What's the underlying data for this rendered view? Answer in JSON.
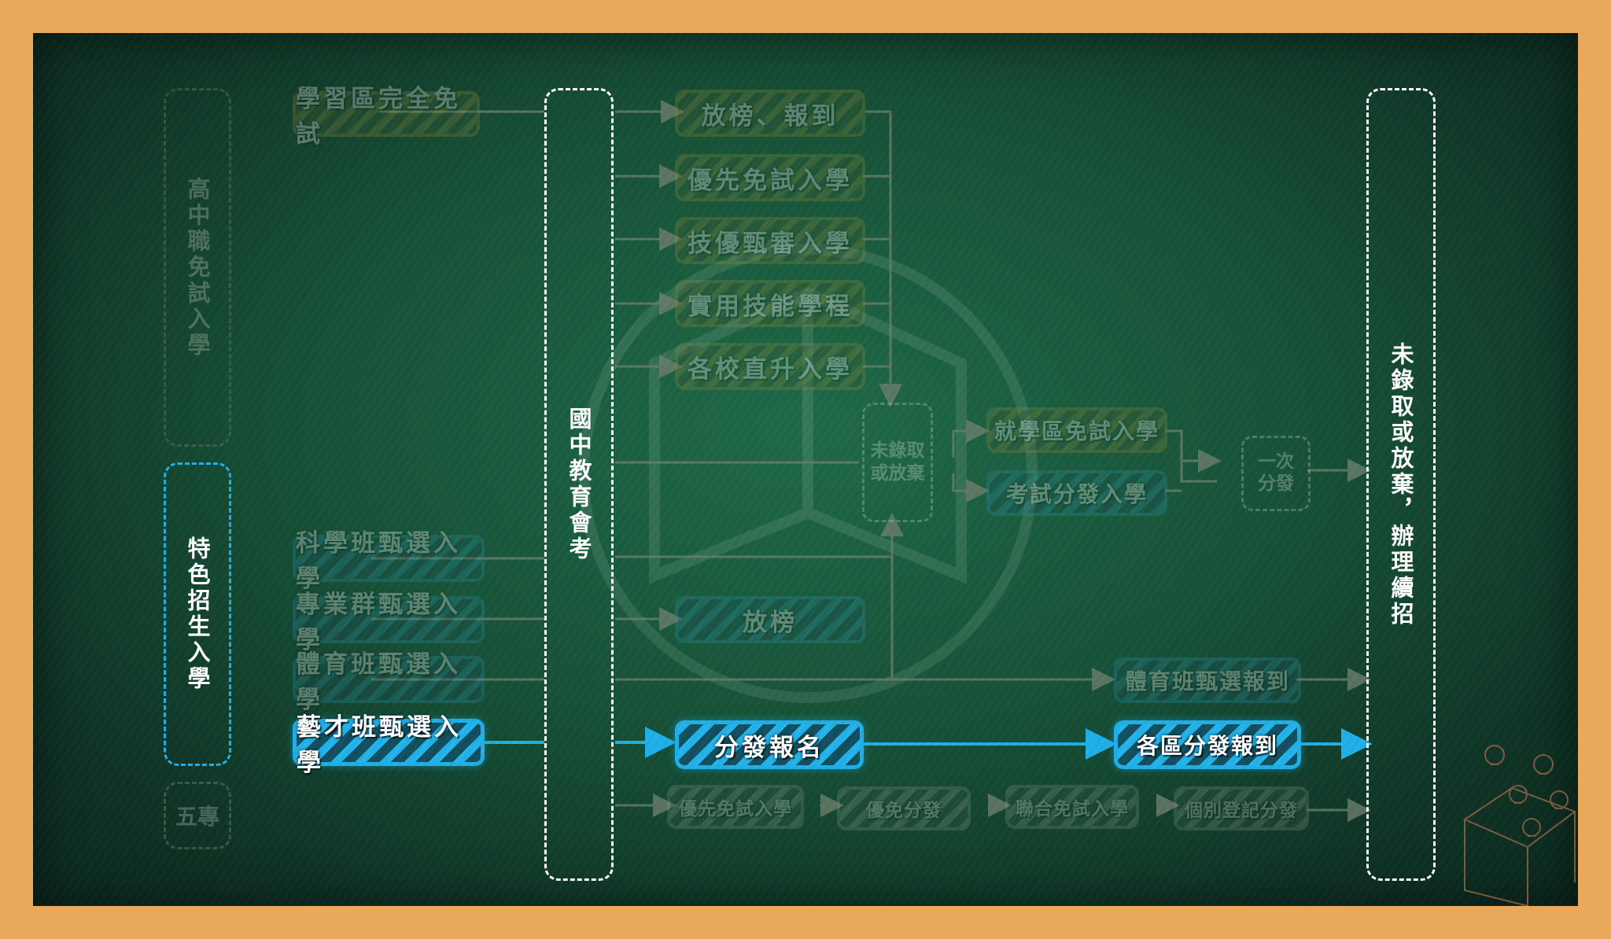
{
  "columns": {
    "exam_free": "高中職免試入學",
    "special": "特色招生入學",
    "five_year": "五專",
    "cap_exam": "國中教育會考",
    "not_admitted": "未錄取或放棄，辦理續招"
  },
  "left_items": {
    "community_free": "學習區完全免試",
    "science": "科學班甄選入學",
    "professional": "專業群甄選入學",
    "sports": "體育班甄選入學",
    "arts": "藝才班甄選入學"
  },
  "middle_items": {
    "release_register": "放榜、報到",
    "priority_free": "優先免試入學",
    "skill_selection": "技優甄審入學",
    "practical_skill": "實用技能學程",
    "direct_promotion": "各校直升入學",
    "release": "放榜",
    "distribution_signup": "分發報名"
  },
  "junction": {
    "not_admitted_box": "未錄取或放棄"
  },
  "right_items": {
    "district_free": "就學區免試入學",
    "exam_distribution": "考試分發入學",
    "single_distribution": "一次分發",
    "sports_register": "體育班甄選報到",
    "district_register": "各區分發報到"
  },
  "five_year_items": {
    "priority": "優先免試入學",
    "priority_distribution": "優免分發",
    "joint_free": "聯合免試入學",
    "individual_register": "個別登記分發"
  },
  "colors": {
    "frame": "#eaa95a",
    "board": "#175238",
    "highlight": "#1fb0e8",
    "olive": "#8a8a3a",
    "teal": "#2a8fa8",
    "white": "#ffffff"
  }
}
